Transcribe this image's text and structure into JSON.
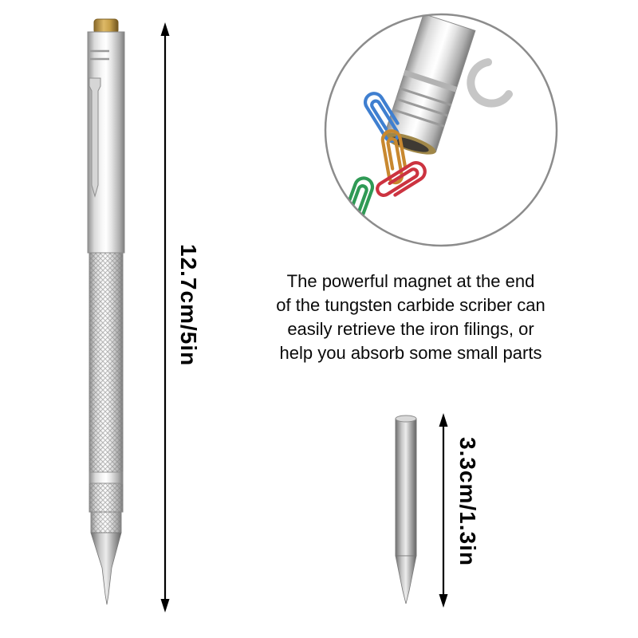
{
  "product": {
    "pen_length_label": "12.7cm/5in",
    "tip_length_label": "3.3cm/1.3in",
    "magnet_description": {
      "lines": [
        "The powerful magnet at the end",
        "of the tungsten carbide scriber can",
        "easily retrieve the iron filings, or",
        "help you absorb some small parts"
      ]
    },
    "icons": {
      "pen": "scriber-pen-illustration",
      "closeup": "magnet-closeup-circle",
      "paperclips": "paperclip-icons",
      "replacement_tip": "replacement-tip-illustration",
      "arrows": "dimension-arrow"
    },
    "colors": {
      "paperclip_blue": "#3f7fd0",
      "paperclip_orange": "#c8882f",
      "paperclip_green": "#2f9a55",
      "paperclip_red": "#cc3340",
      "brass_cap": "#c9a24a",
      "circle_border": "#8c8c8c",
      "arrow": "#000000"
    }
  }
}
